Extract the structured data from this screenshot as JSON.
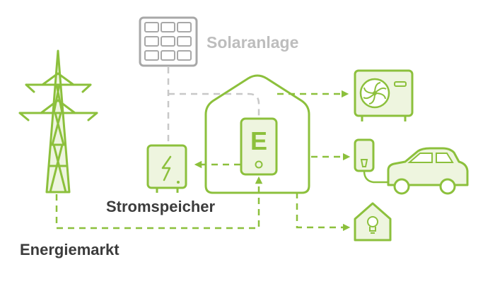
{
  "labels": {
    "solar": "Solaranlage",
    "storage": "Stromspeicher",
    "market": "Energiemarkt",
    "controller_letter": "E"
  },
  "colors": {
    "green": "#8cc03c",
    "green_fill": "#eef5df",
    "gray_line": "#c8c8c8",
    "gray_panel": "#a8a8a8",
    "text_dark": "#3c3c3c",
    "text_light": "#bdbdbd"
  },
  "icons": {
    "transmission_tower": "transmission-tower-icon",
    "solar_panel": "solar-panel-icon",
    "battery_storage": "battery-lightning-icon",
    "house": "house-icon",
    "controller": "energy-manager-device-icon",
    "heat_pump": "heat-pump-fan-icon",
    "wallbox": "ev-charger-icon",
    "car": "electric-car-icon",
    "smart_home": "smart-home-bulb-icon"
  }
}
